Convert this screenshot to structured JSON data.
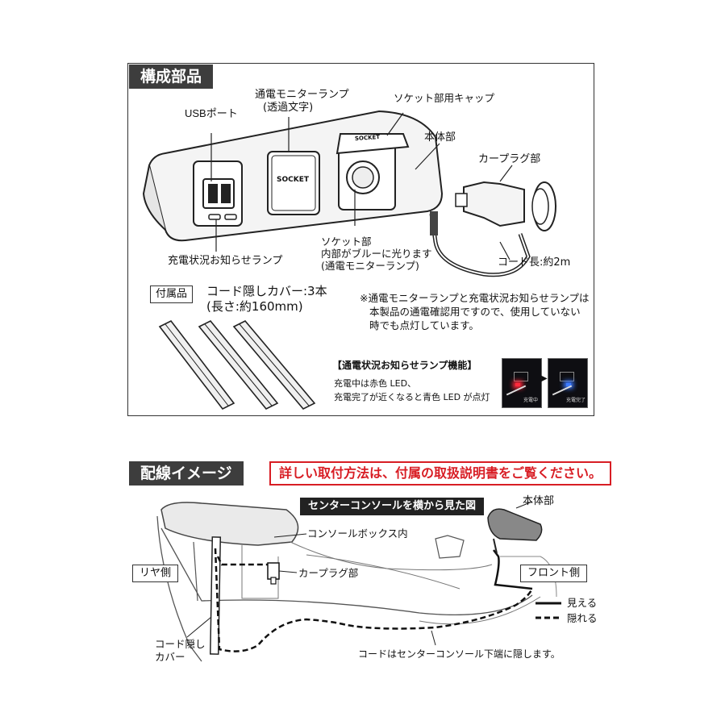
{
  "section1": {
    "heading": "構成部品",
    "labels": {
      "usb_port": "USBポート",
      "monitor_lamp_line1": "通電モニターランプ",
      "monitor_lamp_line2": "(透過文字)",
      "socket_cap": "ソケット部用キャップ",
      "main_body": "本体部",
      "car_plug": "カープラグ部",
      "charge_lamp": "充電状況お知らせランプ",
      "socket_line1": "ソケット部",
      "socket_line2": "内部がブルーに光ります",
      "socket_line3": "(通電モニターランプ)",
      "cord_length": "コード長:約2m",
      "socket_text": "SOCKET",
      "cap_text": "SOCKET"
    },
    "accessory": {
      "label": "付属品",
      "line1": "コード隠しカバー:3本",
      "line2": "(長さ:約160mm)"
    },
    "note": {
      "line1": "※通電モニターランプと充電状況お知らせランプは",
      "line2": "本製品の通電確認用ですので、使用していない",
      "line3": "時でも点灯しています。"
    },
    "lamp_function": {
      "title": "【通電状況お知らせランプ機能】",
      "line1": "充電中は赤色 LED、",
      "line2": "充電完了が近くなると青色 LED が点灯",
      "photo1_caption": "充電中",
      "photo2_caption": "充電完了"
    }
  },
  "section2": {
    "heading": "配線イメージ",
    "notice": "詳しい取付方法は、付属の取扱説明書をご覧ください。",
    "view_label": "センターコンソールを横から見た図",
    "rear_side": "リヤ側",
    "front_side": "フロント側",
    "main_body": "本体部",
    "console_box": "コンソールボックス内",
    "car_plug": "カープラグ部",
    "cord_cover_line1": "コード隠し",
    "cord_cover_line2": "カバー",
    "legend_visible": "見える",
    "legend_hidden": "隠れる",
    "bottom_note": "コードはセンターコンソール下端に隠します。"
  },
  "colors": {
    "heading_bg": "#3d3d3d",
    "notice_red": "#d81d24",
    "led_red": "#ff2a3c",
    "led_blue": "#3d7bff"
  }
}
